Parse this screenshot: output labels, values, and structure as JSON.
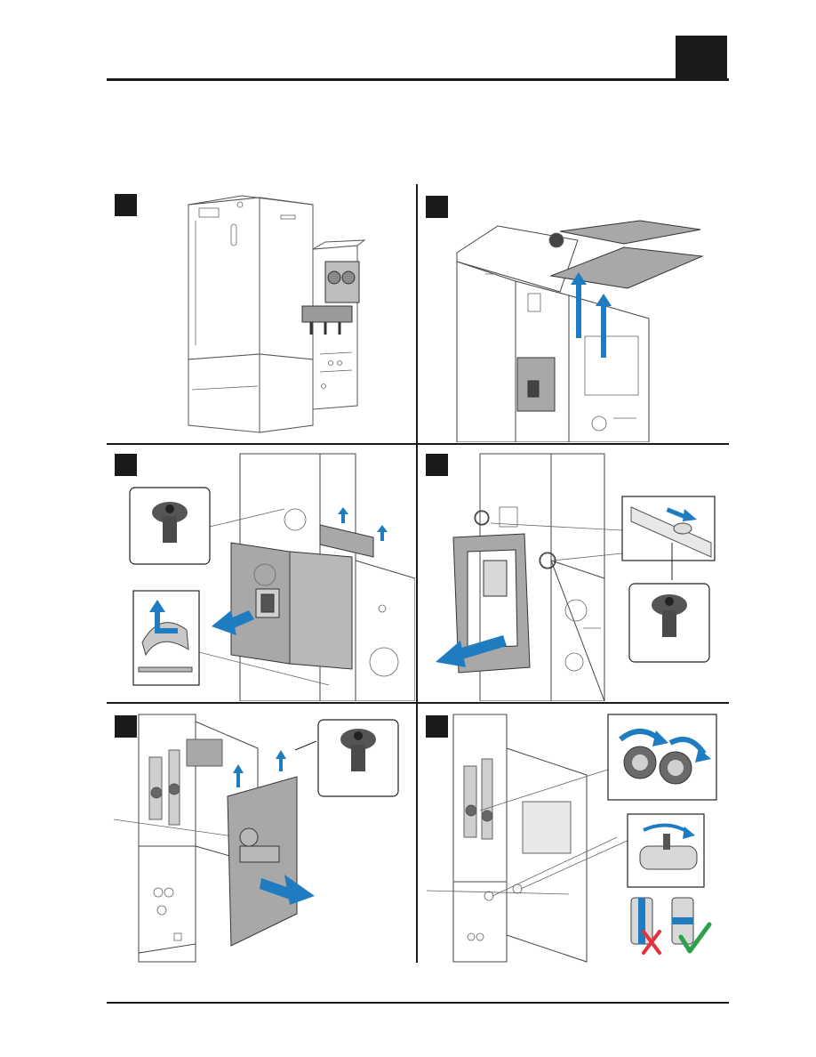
{
  "page": {
    "tab_label": "",
    "colors": {
      "accent": "#1f7cc1",
      "panel_fill": "#a8a8a8",
      "dark": "#1a1a1a",
      "x_mark": "#e2323a",
      "check_mark": "#2aa14a"
    }
  },
  "panels": [
    {
      "id": "1",
      "step_label": "",
      "subject": "boiler-overview"
    },
    {
      "id": "2",
      "step_label": "",
      "subject": "remove-top-covers"
    },
    {
      "id": "3",
      "step_label": "",
      "subject": "remove-hydraulic-cover"
    },
    {
      "id": "4",
      "step_label": "",
      "subject": "remove-front-frame"
    },
    {
      "id": "5",
      "step_label": "",
      "subject": "remove-side-panel"
    },
    {
      "id": "6",
      "step_label": "",
      "subject": "close-valves"
    }
  ],
  "icons": [
    "torx-screw-icon",
    "arrow-icon",
    "rotate-arrow-icon",
    "cross-icon",
    "check-icon"
  ]
}
